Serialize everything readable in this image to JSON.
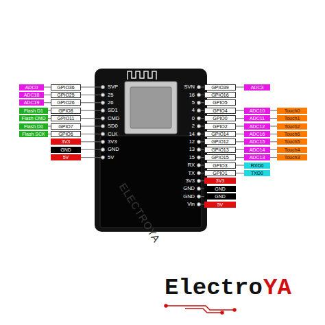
{
  "diagram": {
    "nodes": [
      {
        "text": [
          "ADC0"
        ]
      },
      {
        "text": [
          "GPIO36"
        ]
      },
      {
        "text": [
          "ADC18"
        ]
      },
      {
        "text": [
          "GPIO25"
        ]
      },
      {
        "text": [
          "ADC19"
        ]
      },
      {
        "text": [
          "GPIO26"
        ]
      },
      {
        "text": [
          "Flash D1"
        ]
      },
      {
        "text": [
          "GPIO8"
        ]
      },
      {
        "text": [
          "Flash CMD"
        ]
      },
      {
        "text": [
          "GPIO11"
        ]
      },
      {
        "text": [
          "Flash D0"
        ]
      },
      {
        "text": [
          "GPIO7"
        ]
      },
      {
        "text": [
          "Flash SCK"
        ]
      },
      {
        "text": [
          "GPIO6"
        ]
      },
      {
        "text": [
          "3V3"
        ]
      },
      {
        "text": [
          "GND"
        ]
      },
      {
        "text": [
          "5V"
        ]
      },
      {
        "text": [
          "GPIO39"
        ]
      },
      {
        "text": [
          "ADC3"
        ]
      },
      {
        "text": [
          "GPIO16"
        ]
      },
      {
        "text": [
          "GPIO5"
        ]
      },
      {
        "text": [
          "GPIO4"
        ]
      },
      {
        "text": [
          "ADC10"
        ]
      },
      {
        "text": [
          "Touch0"
        ]
      },
      {
        "text": [
          "GPIO0"
        ]
      },
      {
        "text": [
          "ADC11"
        ]
      },
      {
        "text": [
          "Touch1"
        ]
      },
      {
        "text": [
          "GPIO2"
        ]
      },
      {
        "text": [
          "ADC12"
        ]
      },
      {
        "text": [
          "Touch2"
        ]
      },
      {
        "text": [
          "GPIO14"
        ]
      },
      {
        "text": [
          "ADC16"
        ]
      },
      {
        "text": [
          "Touch6"
        ]
      },
      {
        "text": [
          "GPIO12"
        ]
      },
      {
        "text": [
          "ADC15"
        ]
      },
      {
        "text": [
          "Touch5"
        ]
      },
      {
        "text": [
          "GPIO13"
        ]
      },
      {
        "text": [
          "ADC14"
        ]
      },
      {
        "text": [
          "Touch4"
        ]
      },
      {
        "text": [
          "GPIO15"
        ]
      },
      {
        "text": [
          "ADC13"
        ]
      },
      {
        "text": [
          "Touch3"
        ]
      },
      {
        "text": [
          "GPIO3"
        ]
      },
      {
        "text": [
          "RXD0"
        ]
      },
      {
        "text": [
          "GPIO1"
        ]
      },
      {
        "text": [
          "TXD0"
        ]
      },
      {
        "text": [
          "3V3"
        ]
      },
      {
        "text": [
          "GND"
        ]
      },
      {
        "text": [
          "GND"
        ]
      },
      {
        "text": [
          "5V"
        ]
      }
    ],
    "edges": [
      {
        "from": 0,
        "to": 1,
        "arrow": "none"
      },
      {
        "from": 2,
        "to": 3,
        "arrow": "none"
      },
      {
        "from": 4,
        "to": 5,
        "arrow": "none"
      },
      {
        "from": 6,
        "to": 7,
        "arrow": "none"
      },
      {
        "from": 8,
        "to": 9,
        "arrow": "none"
      },
      {
        "from": 10,
        "to": 11,
        "arrow": "none"
      },
      {
        "from": 12,
        "to": 13,
        "arrow": "none"
      },
      {
        "from": 17,
        "to": 18,
        "arrow": "none"
      },
      {
        "from": 21,
        "to": 22,
        "arrow": "none"
      },
      {
        "from": 22,
        "to": 23,
        "arrow": "none"
      },
      {
        "from": 24,
        "to": 25,
        "arrow": "none"
      },
      {
        "from": 25,
        "to": 26,
        "arrow": "none"
      },
      {
        "from": 27,
        "to": 28,
        "arrow": "none"
      },
      {
        "from": 28,
        "to": 29,
        "arrow": "none"
      },
      {
        "from": 30,
        "to": 31,
        "arrow": "none"
      },
      {
        "from": 31,
        "to": 32,
        "arrow": "none"
      },
      {
        "from": 33,
        "to": 34,
        "arrow": "none"
      },
      {
        "from": 34,
        "to": 35,
        "arrow": "none"
      },
      {
        "from": 36,
        "to": 37,
        "arrow": "none"
      },
      {
        "from": 37,
        "to": 38,
        "arrow": "none"
      },
      {
        "from": 39,
        "to": 40,
        "arrow": "none"
      },
      {
        "from": 40,
        "to": 41,
        "arrow": "none"
      },
      {
        "from": 42,
        "to": 43,
        "arrow": "none"
      },
      {
        "from": 44,
        "to": 45,
        "arrow": "none"
      }
    ],
    "labels": [
      "SVP",
      "25",
      "26",
      "SD1",
      "CMD",
      "SD0",
      "CLK",
      "3V3",
      "GND",
      "5V",
      "SVN",
      "16",
      "5",
      "4",
      "0",
      "2",
      "14",
      "12",
      "13",
      "15",
      "RX",
      "TX",
      "3V3",
      "GND",
      "GND",
      "Vin",
      "ELECTROYA",
      "Electro",
      "YA"
    ]
  }
}
